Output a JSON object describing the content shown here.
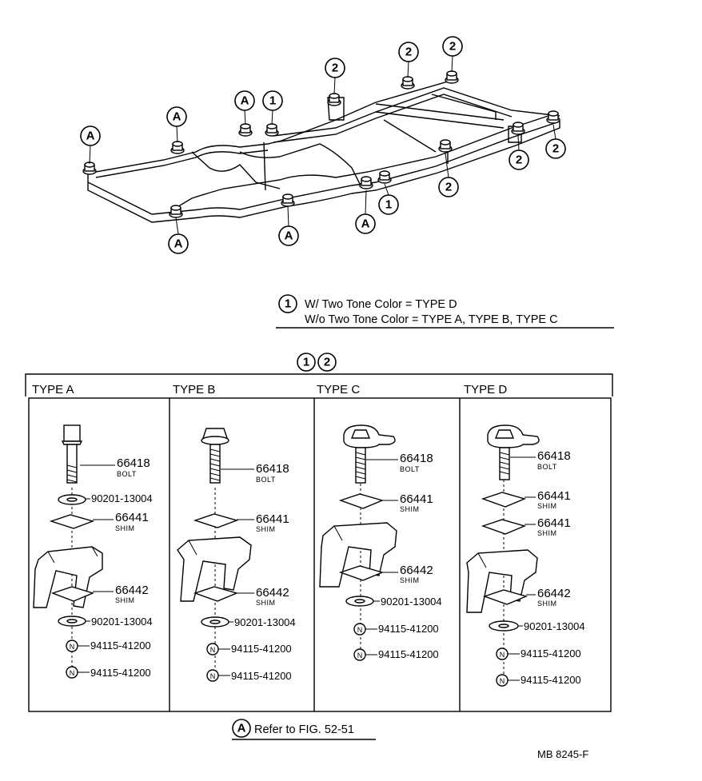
{
  "frame_callouts": [
    {
      "id": "a1",
      "text": "A"
    },
    {
      "id": "a2",
      "text": "A"
    },
    {
      "id": "a3",
      "text": "A"
    },
    {
      "id": "a4",
      "text": "A"
    },
    {
      "id": "a5",
      "text": "A"
    },
    {
      "id": "a6",
      "text": "A"
    },
    {
      "id": "one1",
      "text": "1"
    },
    {
      "id": "one2",
      "text": "1"
    },
    {
      "id": "two1",
      "text": "2"
    },
    {
      "id": "two2",
      "text": "2"
    },
    {
      "id": "two3",
      "text": "2"
    },
    {
      "id": "two4",
      "text": "2"
    },
    {
      "id": "two5",
      "text": "2"
    },
    {
      "id": "two6",
      "text": "2"
    }
  ],
  "legend": {
    "marker": "1",
    "line1": "W/ Two Tone Color = TYPE D",
    "line2": "W/o Two Tone Color = TYPE A, TYPE B, TYPE C"
  },
  "table": {
    "markers": [
      "1",
      "2"
    ],
    "columns": [
      "TYPE A",
      "TYPE B",
      "TYPE C",
      "TYPE D"
    ]
  },
  "parts": {
    "bolt_no": "66418",
    "bolt_label": "BOLT",
    "shim_no": "66441",
    "shim_label": "SHIM",
    "shim2_no": "66442",
    "washer_no": "90201-13004",
    "nut_no": "94115-41200",
    "nut_marker": "N"
  },
  "footer": {
    "marker": "A",
    "text": "Refer to FIG. 52-51",
    "code": "MB  8245-F"
  }
}
